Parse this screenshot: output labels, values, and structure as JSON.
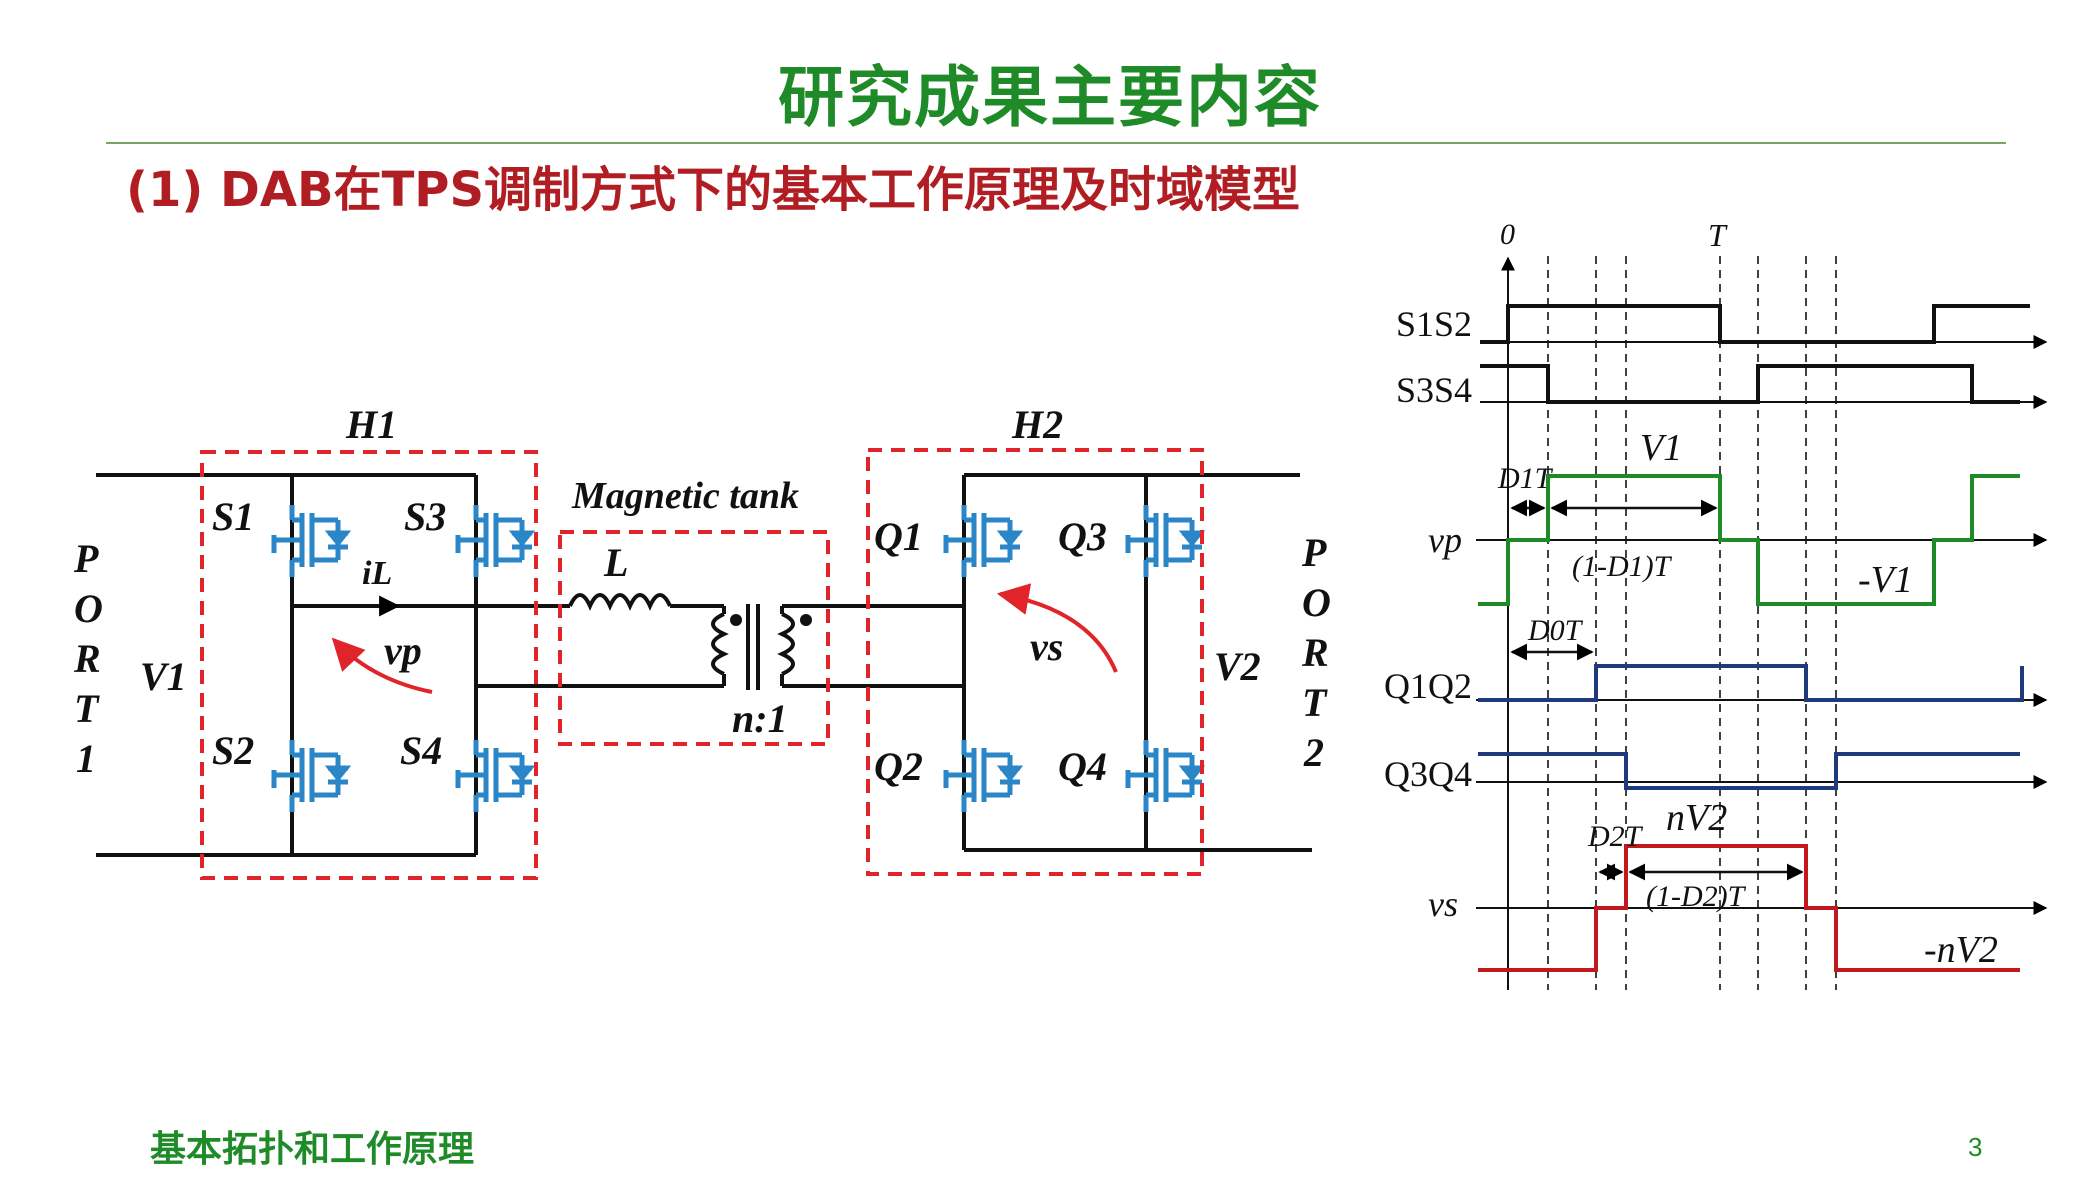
{
  "slide": {
    "title": "研究成果主要内容",
    "subtitle": "(1) DAB在TPS调制方式下的基本工作原理及时域模型",
    "footer": "基本拓扑和工作原理",
    "page_number": "3"
  },
  "circuit": {
    "h1": "H1",
    "h2": "H2",
    "port1": [
      "P",
      "O",
      "R",
      "T",
      "1"
    ],
    "port2": [
      "P",
      "O",
      "R",
      "T",
      "2"
    ],
    "v1": "V1",
    "v2": "V2",
    "vp": "vp",
    "vs": "vs",
    "il": "iL",
    "inductor": "L",
    "tank": "Magnetic tank",
    "ratio": "n:1",
    "switches_primary": [
      "S1",
      "S3",
      "S2",
      "S4"
    ],
    "switches_secondary": [
      "Q1",
      "Q3",
      "Q2",
      "Q4"
    ]
  },
  "waveforms": {
    "t0": "0",
    "tT": "T",
    "rows": [
      "S1S2",
      "S3S4",
      "vp",
      "Q1Q2",
      "Q3Q4",
      "vs"
    ],
    "vp_high": "V1",
    "vp_low": "-V1",
    "d1t": "D1T",
    "one_minus_d1": "(1-D1)T",
    "d0t": "D0T",
    "d2t": "D2T",
    "vs_high": "nV2",
    "vs_low": "-nV2",
    "one_minus_d2": "(1-D2)T"
  },
  "colors": {
    "title": "#1f8a28",
    "subtitle": "#b01e23",
    "switch_blue": "#2a86c6",
    "vp_green": "#1f8a28",
    "q_blue": "#1f3a7a",
    "vs_red": "#c0181c",
    "box_red": "#e0242a"
  }
}
